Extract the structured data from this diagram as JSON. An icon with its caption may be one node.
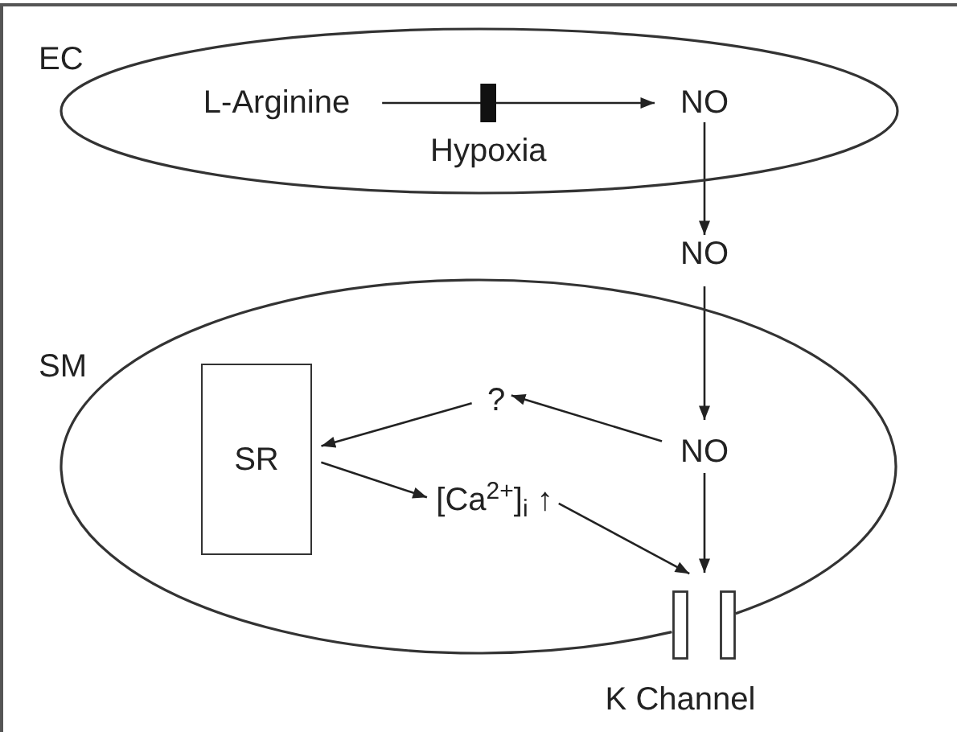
{
  "diagram": {
    "nodes": [
      {
        "text": [
          "EC"
        ]
      },
      {
        "text": [
          "L-Arginine"
        ],
        "in": 0
      },
      {
        "text": [
          "NO"
        ],
        "in": 0
      },
      {
        "text": [
          "NO"
        ]
      },
      {
        "text": [
          "SM"
        ]
      },
      {
        "text": [
          "SR"
        ],
        "in": 4
      },
      {
        "text": [
          "?"
        ],
        "in": 4
      },
      {
        "text": [
          "NO"
        ],
        "in": 4
      },
      {
        "text": [
          "[Ca$^{2+}$]$_{i}$ ↑"
        ],
        "in": 4
      },
      {
        "text": [
          "K Channel"
        ]
      }
    ],
    "edges": [
      {
        "from": 1,
        "to": 2,
        "arrow": "to",
        "label": "Hypoxia"
      },
      {
        "from": 2,
        "to": 3,
        "arrow": "to"
      },
      {
        "from": 3,
        "to": 7,
        "arrow": "to"
      },
      {
        "from": 7,
        "to": 6,
        "arrow": "to"
      },
      {
        "from": 6,
        "to": 5,
        "arrow": "to"
      },
      {
        "from": 5,
        "to": 8,
        "arrow": "to"
      },
      {
        "from": 8,
        "to": 9,
        "arrow": "to"
      },
      {
        "from": 7,
        "to": 9,
        "arrow": "to"
      }
    ]
  }
}
